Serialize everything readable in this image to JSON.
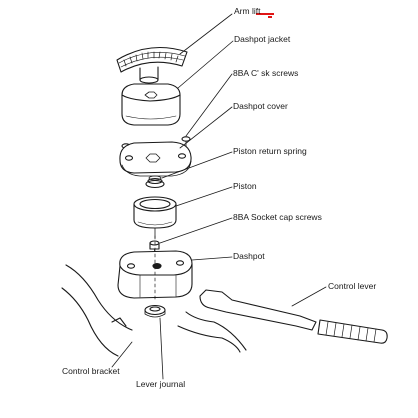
{
  "diagram": {
    "labels": {
      "arm_lift": "Arm lift",
      "dashpot_jacket": "Dashpot jacket",
      "screws_csk": "8BA C' sk screws",
      "dashpot_cover": "Dashpot cover",
      "piston_return_spring": "Piston return spring",
      "piston": "Piston",
      "socket_cap_screws": "8BA Socket cap screws",
      "dashpot": "Dashpot",
      "control_lever": "Control lever",
      "control_bracket": "Control bracket",
      "lever_journal": "Lever journal"
    },
    "colors": {
      "ink": "#1a1a1a",
      "highlight": "#e01515",
      "background": "#ffffff"
    }
  }
}
